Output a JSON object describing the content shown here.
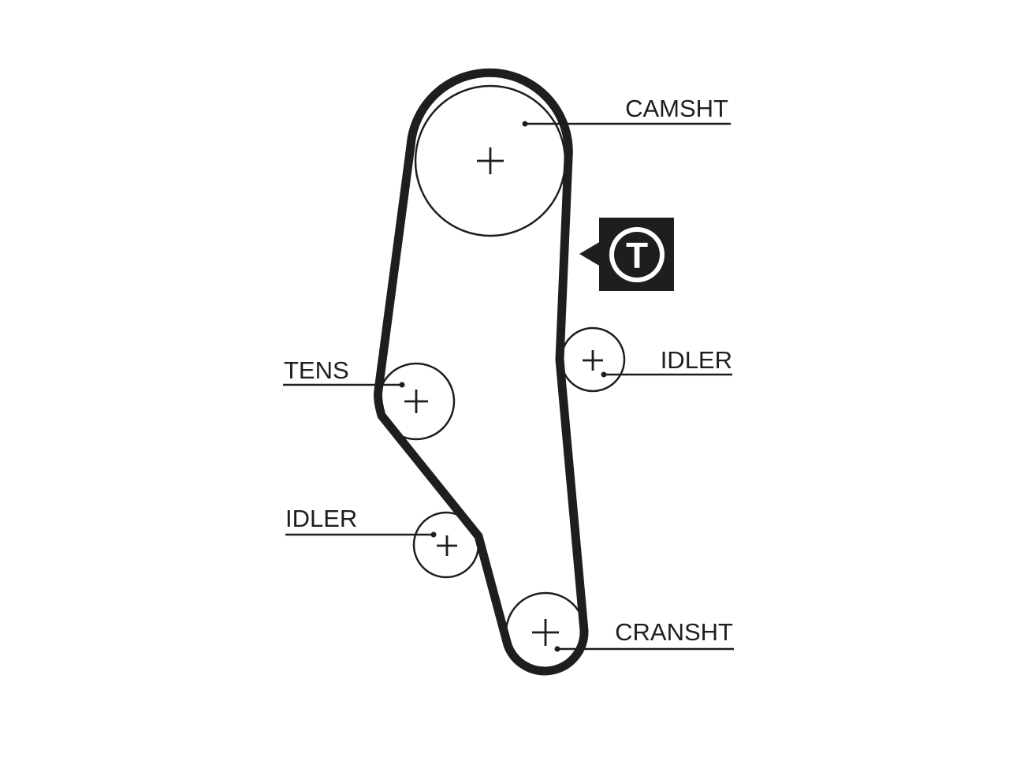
{
  "labels": {
    "camshaft": "CAMSHT",
    "tensioner": "TENS",
    "idler_right": "IDLER",
    "idler_left": "IDLER",
    "crankshaft": "CRANSHT"
  },
  "tension_badge": {
    "letter": "T"
  },
  "colors": {
    "line": "#1e1e1e",
    "background": "#ffffff"
  }
}
